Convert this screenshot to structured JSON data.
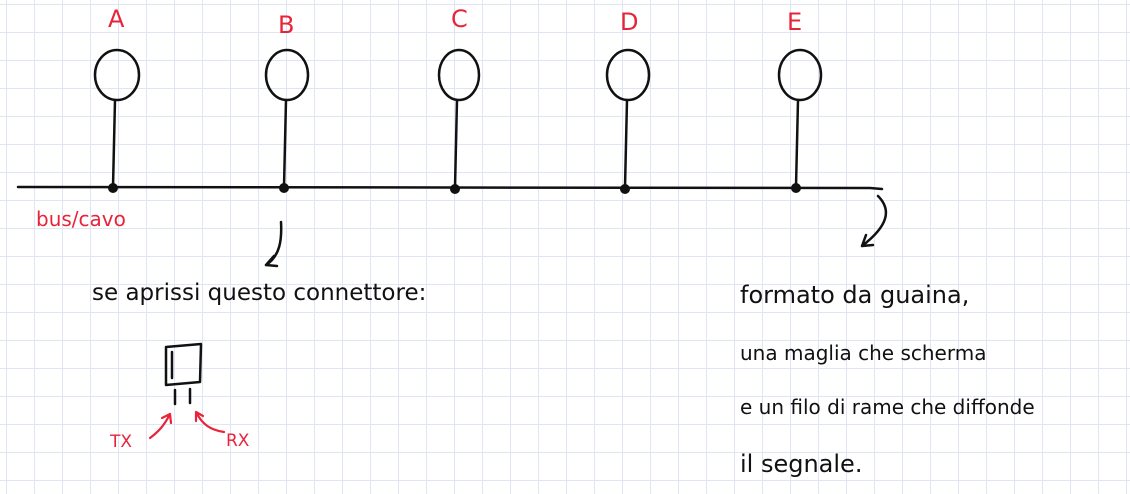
{
  "nodes": [
    {
      "label": "A"
    },
    {
      "label": "B"
    },
    {
      "label": "C"
    },
    {
      "label": "D"
    },
    {
      "label": "E"
    }
  ],
  "bus_label": "bus/cavo",
  "connector_caption": "se aprissi questo connettore:",
  "connector_pins": {
    "tx": "TX",
    "rx": "RX"
  },
  "cable_note": [
    "formato da guaina,",
    "una maglia che scherma",
    "e un filo di rame che diffonde",
    "il segnale."
  ],
  "colors": {
    "ink": "#111111",
    "annotation": "#e8243a",
    "grid": "#dfe6f2"
  }
}
